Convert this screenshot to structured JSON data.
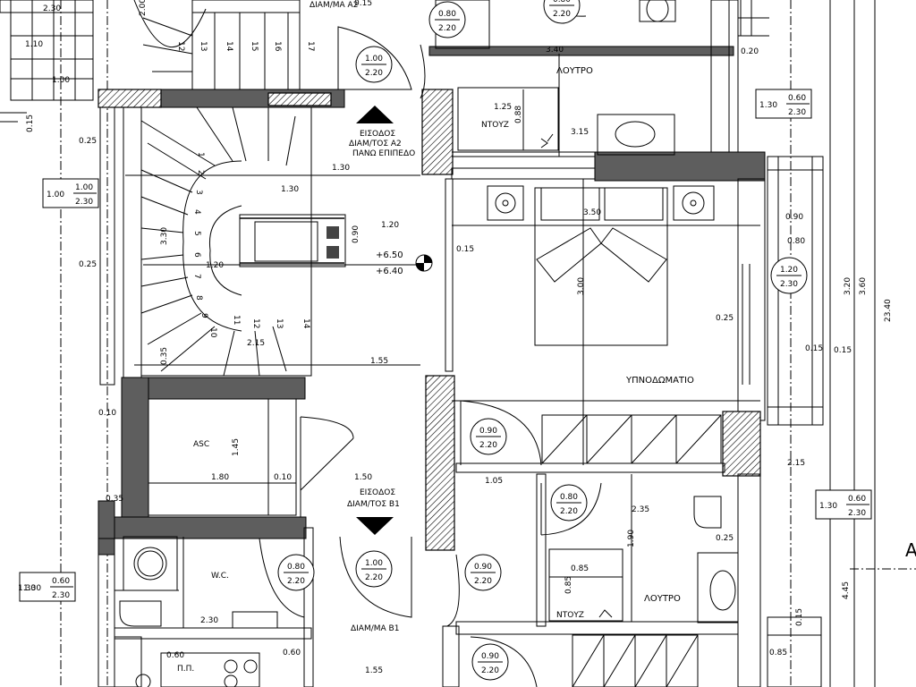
{
  "rooms": {
    "bathroom_top": "ΛΟΥΤΡΟ",
    "bedroom": "ΥΠΝΟΔΩΜΑΤΙΟ",
    "bathroom_bottom": "ΛΟΥΤΡΟ",
    "wc": "W.C.",
    "asc": "ASC",
    "shower_top": "ΝΤΟΥΖ",
    "shower_bottom": "ΝΤΟΥΖ",
    "pp": "Π.Π."
  },
  "labels": {
    "apartment_a2": "ΔΙΑΜ/ΜΑ Α2",
    "apartment_b1": "ΔΙΑΜ/ΜΑ Β1",
    "entrance_a2_1": "ΕΙΣΟΔΟΣ",
    "entrance_a2_2": "ΔΙΑΜ/ΤΟΣ Α2",
    "entrance_a2_3": "ΠΑΝΩ ΕΠΙΠΕΔΟ",
    "entrance_b1_1": "ΕΙΣΟΔΟΣ",
    "entrance_b1_2": "ΔΙΑΜ/ΤΟΣ Β1",
    "level_upper": "+6.50",
    "level_lower": "+6.40",
    "edge_letter": "A"
  },
  "door_tags": [
    {
      "w": "0.80",
      "h": "2.20"
    },
    {
      "w": "0.80",
      "h": "2.20"
    },
    {
      "w": "1.00",
      "h": "2.20"
    },
    {
      "w": "1.20",
      "h": "2.30"
    },
    {
      "w": "0.90",
      "h": "2.20"
    },
    {
      "w": "0.80",
      "h": "2.20"
    },
    {
      "w": "0.80",
      "h": "2.20"
    },
    {
      "w": "1.00",
      "h": "2.20"
    },
    {
      "w": "0.90",
      "h": "2.20"
    },
    {
      "w": "0.90",
      "h": "2.20"
    }
  ],
  "window_tags": [
    {
      "sill": "1.30",
      "w": "0.60",
      "h": "2.30"
    },
    {
      "sill": "1.00",
      "w": "1.00",
      "h": "2.30"
    },
    {
      "sill": "1.30",
      "w": "0.60",
      "h": "2.30"
    },
    {
      "sill": "1.30",
      "w": "0.60",
      "h": "2.30"
    },
    {
      "sill": "",
      "w": "1.10",
      "h": ""
    },
    {
      "sill": "",
      "w": "2.30",
      "h": ""
    }
  ],
  "dimensions": [
    "3.40",
    "0.20",
    "1.25",
    "0.88",
    "3.15",
    "0.25",
    "1.30",
    "1.30",
    "3.50",
    "0.90",
    "0.80",
    "3.20",
    "3.60",
    "23.40",
    "1.20",
    "0.90",
    "0.15",
    "3.30",
    "0.25",
    "1.20",
    "3.00",
    "0.25",
    "0.15",
    "2.15",
    "1.55",
    "0.35",
    "0.10",
    "1.45",
    "1.80",
    "0.10",
    "1.50",
    "1.05",
    "0.35",
    "2.35",
    "1.90",
    "0.85",
    "0.85",
    "0.25",
    "4.45",
    "0.15",
    "0.85",
    "1.30",
    "2.30",
    "0.60",
    "1.55",
    "0.60",
    "2.00",
    "0.15",
    "1.00",
    "0.15",
    "2.15",
    "0.15"
  ],
  "stair_numbers": [
    "12",
    "13",
    "14",
    "15",
    "16",
    "17",
    "1",
    "2",
    "3",
    "4",
    "5",
    "6",
    "7",
    "8",
    "9",
    "10",
    "11",
    "12",
    "13",
    "14"
  ]
}
